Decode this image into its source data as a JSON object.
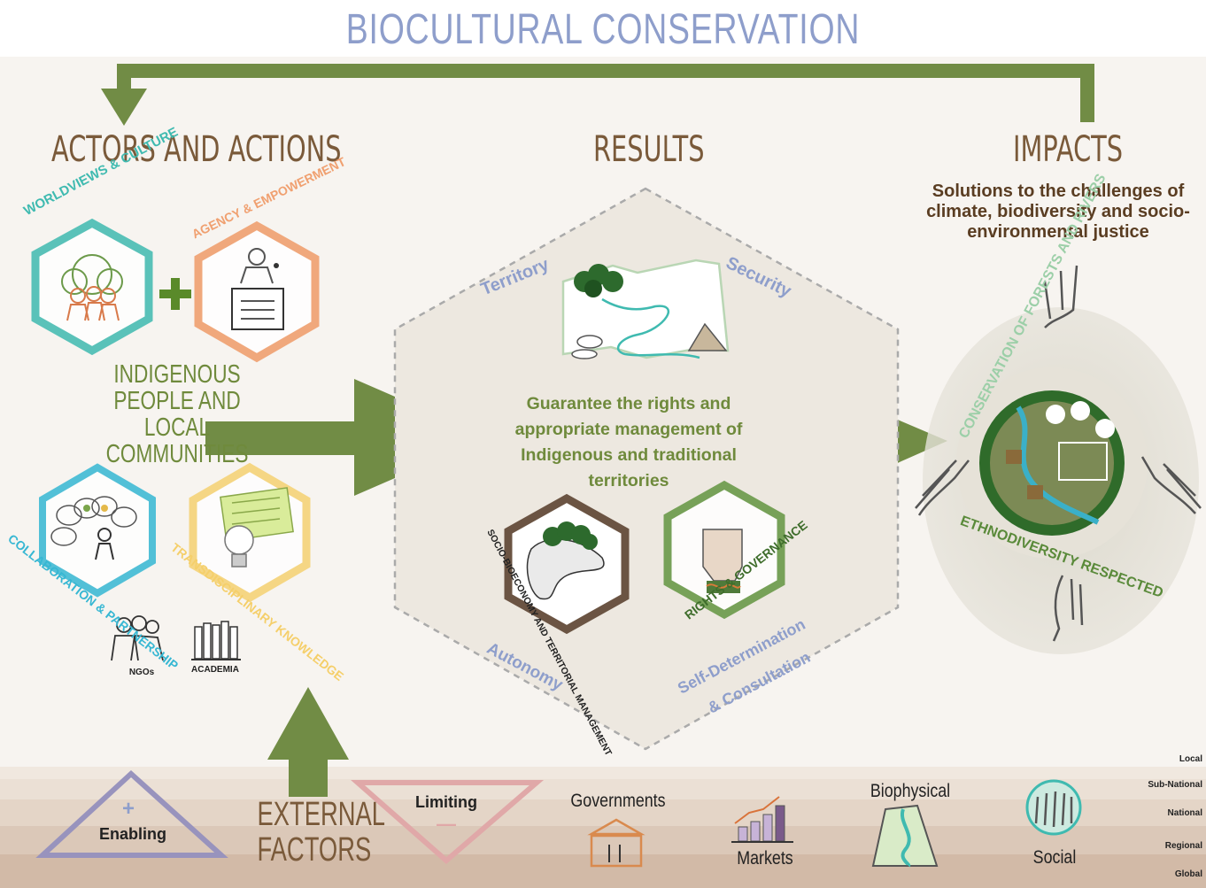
{
  "title": "BIOCULTURAL CONSERVATION",
  "columns": {
    "actors": "Actors and Actions",
    "results": "Results",
    "impacts": "Impacts"
  },
  "impacts_text": "Solutions to the challenges of climate, biodiversity and socio-environmental justice",
  "actors": {
    "worldviews": "WORLDVIEWS & CULTURE",
    "agency": "AGENCY & EMPOWERMENT",
    "ipl": "INDIGENOUS PEOPLE AND LOCAL COMMUNITIES",
    "collaboration": "COLLABORATION & PARTNERSHIP",
    "transdisciplinary": "TRANSDISCIPLINARY KNOWLEDGE",
    "ngos": "NGOs",
    "academia": "ACADEMIA"
  },
  "results": {
    "territory": "Territory",
    "security": "Security",
    "center": "Guarantee the rights and appropriate management of Indigenous and traditional territories",
    "socio": "SOCIO-BIOECONOMY AND TERRITORIAL MANAGEMENT",
    "rights": "RIGHTS & GOVERNANCE",
    "autonomy": "Autonomy",
    "self_determination": "Self-Determination",
    "consultation": "& Consultation"
  },
  "impacts": {
    "conservation": "CONSERVATION OF FORESTS AND RIVERS",
    "ethnodiversity": "ETHNODIVERSITY RESPECTED"
  },
  "external": {
    "enabling": "Enabling",
    "plus": "+",
    "limiting": "Limiting",
    "minus": "—",
    "heading_line1": "EXTERNAL",
    "heading_line2": "FACTORS",
    "governments": "Governments",
    "markets": "Markets",
    "biophysical": "Biophysical",
    "social": "Social"
  },
  "scales": [
    "Local",
    "Sub-National",
    "National",
    "Regional",
    "Global"
  ],
  "colors": {
    "green": "#718c45",
    "teal": "#3fbab0",
    "orange": "#f0a070",
    "cyan": "#36b7d3",
    "yellow": "#f5cf6a",
    "brown": "#7a5a3a",
    "blue_label": "#8e9ecb",
    "dark_green": "#3e6d2b"
  }
}
